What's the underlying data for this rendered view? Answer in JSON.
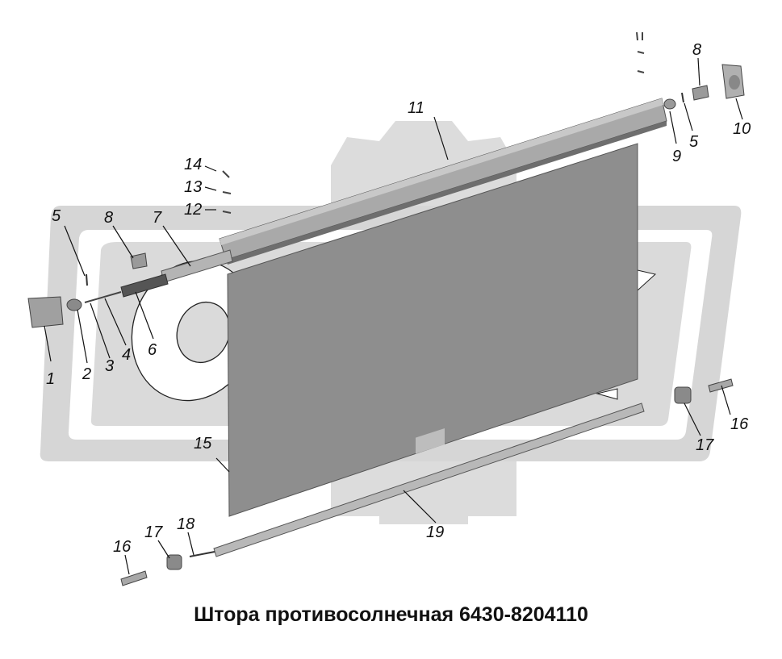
{
  "caption": "Штора противосолнечная 6430-8204110",
  "callouts": [
    "1",
    "2",
    "3",
    "4",
    "5",
    "6",
    "7",
    "8",
    "5",
    "8",
    "9",
    "10",
    "11",
    "12",
    "13",
    "14",
    "15",
    "16",
    "17",
    "16",
    "17",
    "18",
    "19"
  ],
  "colors": {
    "watermark": "#d9d9d9",
    "shade": "#8c8c8c",
    "tube": "#a8a8a8",
    "tube_dark": "#707070",
    "parts": "#9a9a9a"
  }
}
